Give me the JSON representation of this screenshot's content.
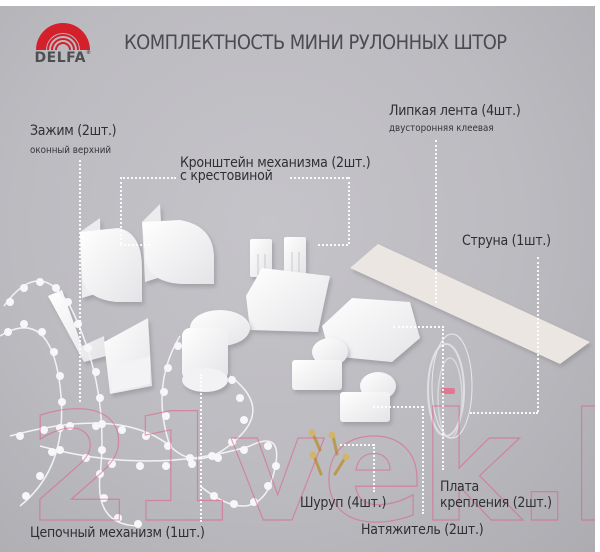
{
  "brand": {
    "name": "DELFA",
    "registered_mark": "®",
    "logo_color": "#d4202b",
    "text_color": "#4d4f54"
  },
  "title": "КОМПЛЕКТНОСТЬ МИНИ РУЛОННЫХ ШТОР",
  "background_color": "#bcbbc0",
  "watermark": "21vek.by",
  "labels": {
    "clamp": {
      "title": "Зажим  (2шт.)",
      "subtitle": "оконный верхний"
    },
    "bracket": {
      "line1": "Кронштейн механизма (2шт.)",
      "line2": "с крестовиной"
    },
    "tape": {
      "title": "Липкая лента (4шт.)",
      "subtitle": "двусторонняя клеевая"
    },
    "string": {
      "title": "Струна (1шт.)"
    },
    "mount_plate": {
      "line1": "Плата",
      "line2": "крепления (2шт.)"
    },
    "screw": {
      "title": "Шуруп (4шт.)"
    },
    "tensioner": {
      "title": "Натяжитель  (2шт.)"
    },
    "chain": {
      "title": "Цепочный механизм (1шт.)"
    }
  }
}
